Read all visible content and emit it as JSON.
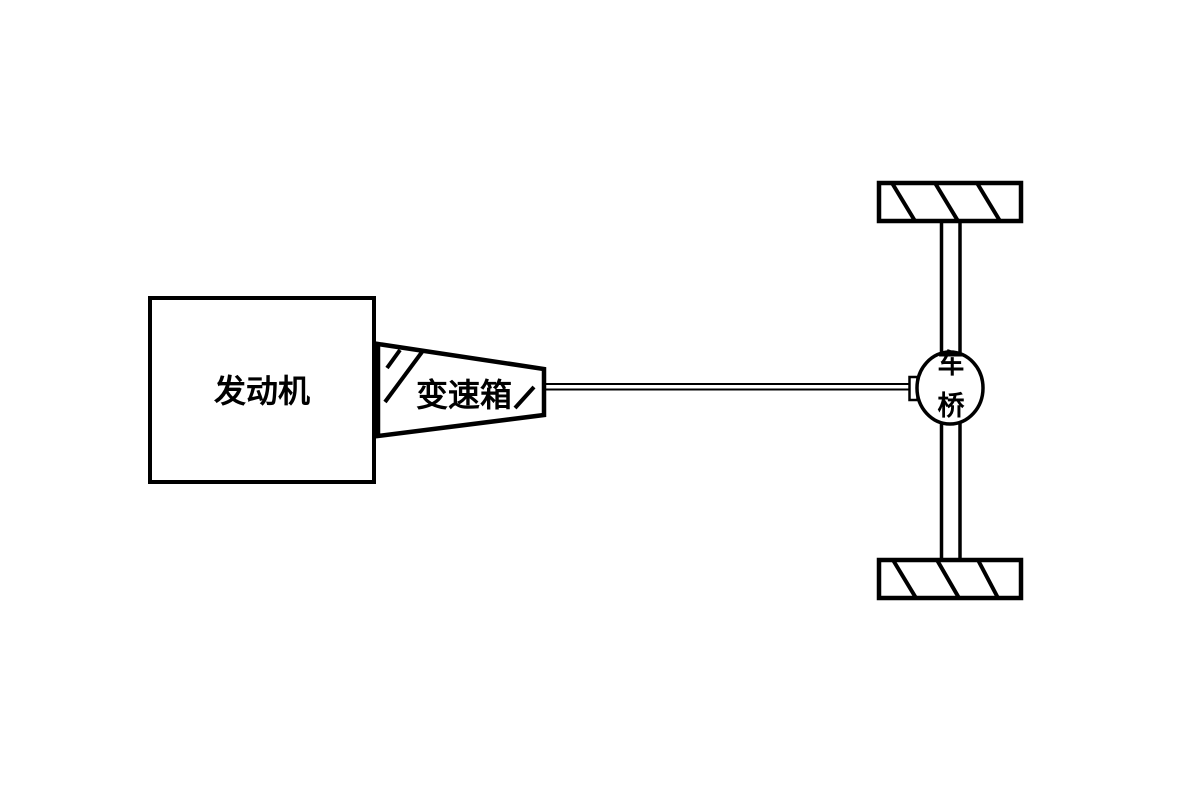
{
  "diagram_title": "vehicle-drivetrain-schematic",
  "labels": {
    "engine": "发动机",
    "gearbox": "变速箱",
    "axle_line1": "车",
    "axle_line2": "桥"
  },
  "colors": {
    "stroke": "#000000",
    "fill": "#ffffff",
    "background": "#ffffff"
  }
}
